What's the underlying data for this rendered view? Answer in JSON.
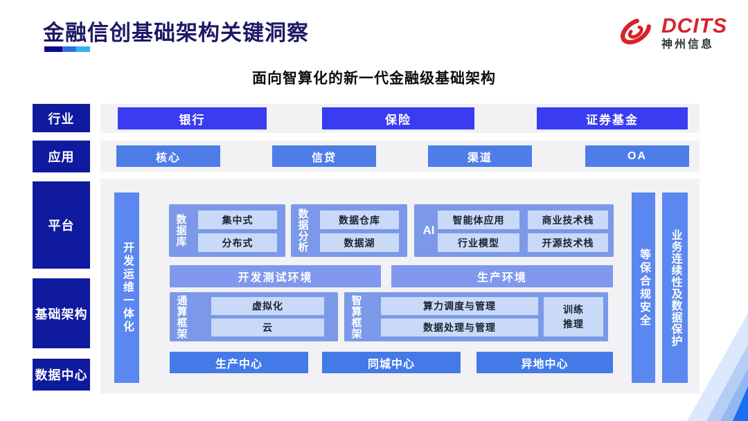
{
  "header": {
    "title": "金融信创基础架构关键洞察",
    "logo_brand": "DCITS",
    "logo_company": "神州信息"
  },
  "diagram": {
    "subtitle": "面向智算化的新一代金融级基础架构",
    "rail": [
      "行业",
      "应用",
      "平台",
      "基础架构",
      "数据中心"
    ],
    "industries": [
      "银行",
      "保险",
      "证券基金"
    ],
    "applications": [
      "核心",
      "信贷",
      "渠道",
      "OA"
    ],
    "devops_bar": "开发运维一体化",
    "security_bar": "等保合规安全",
    "continuity_bar": "业务连续性及数据保护",
    "database_group": {
      "label": "数据库",
      "items": [
        "集中式",
        "分布式"
      ]
    },
    "analytics_group": {
      "label": "数据分析",
      "items": [
        "数据仓库",
        "数据湖"
      ]
    },
    "ai_group": {
      "label": "AI",
      "items": [
        "智能体应用",
        "商业技术栈",
        "行业模型",
        "开源技术栈"
      ]
    },
    "environments": [
      "开发测试环境",
      "生产环境"
    ],
    "general_compute_group": {
      "label": "通算框架",
      "items": [
        "虚拟化",
        "云"
      ]
    },
    "ai_compute_group": {
      "label": "智算框架",
      "items": [
        "算力调度与管理",
        "数据处理与管理"
      ],
      "side": [
        "训练",
        "推理"
      ]
    },
    "centers": [
      "生产中心",
      "同城中心",
      "异地中心"
    ]
  },
  "colors": {
    "rail_navy": "#101a9e",
    "industry_blue": "#3a3cf2",
    "app_blue": "#4e7de8",
    "bar_blue": "#5b87f0",
    "group_blue": "#7b99e8",
    "chip_light": "#c9d9f8",
    "center_blue": "#447ae8",
    "env_blue": "#8099ef",
    "panel_gray": "#f2f2f4",
    "title_navy": "#1d1965",
    "logo_red": "#d7232b"
  }
}
